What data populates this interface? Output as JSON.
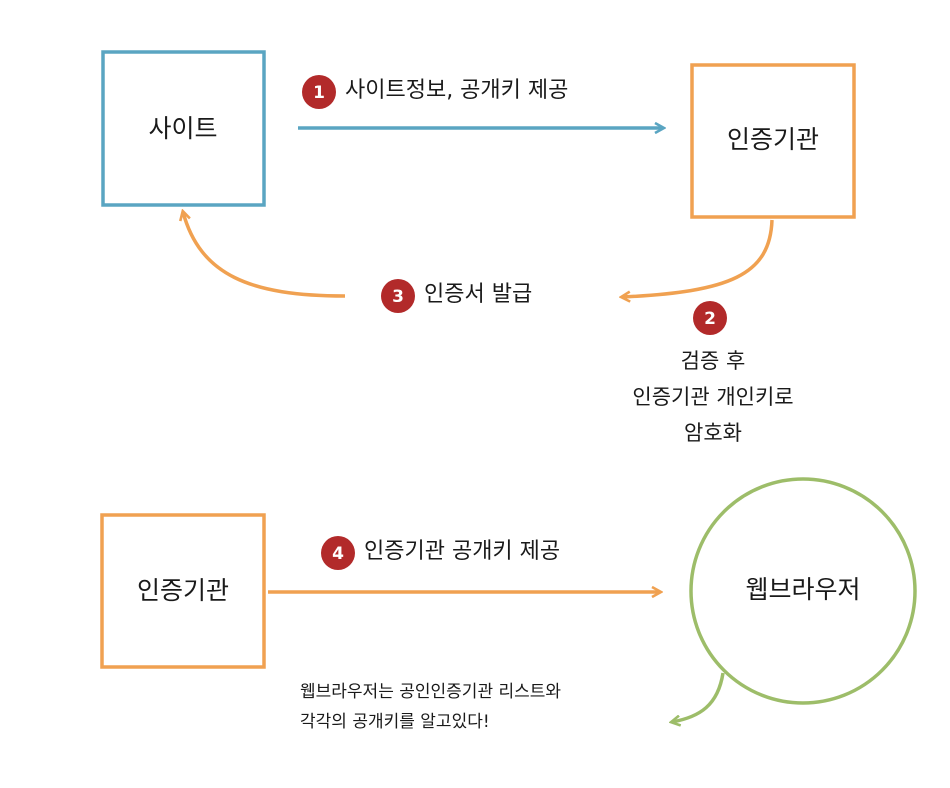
{
  "colors": {
    "blue": "#5aa5c2",
    "orange": "#f0a151",
    "green": "#9dbd69",
    "step_badge": "#b22a2a"
  },
  "nodes": {
    "site": "사이트",
    "ca_top": "인증기관",
    "ca_bottom": "인증기관",
    "browser": "웹브라우저"
  },
  "steps": [
    {
      "number": "1",
      "label": "사이트정보, 공개키 제공"
    },
    {
      "number": "2",
      "label": ""
    },
    {
      "number": "3",
      "label": "인증서 발급"
    },
    {
      "number": "4",
      "label": "인증기관 공개키 제공"
    }
  ],
  "notes": {
    "verify_lines": [
      "검증 후",
      "인증기관 개인키로",
      "암호화"
    ],
    "browser_lines": [
      "웹브라우저는 공인인증기관 리스트와",
      "각각의 공개키를 알고있다!"
    ]
  }
}
